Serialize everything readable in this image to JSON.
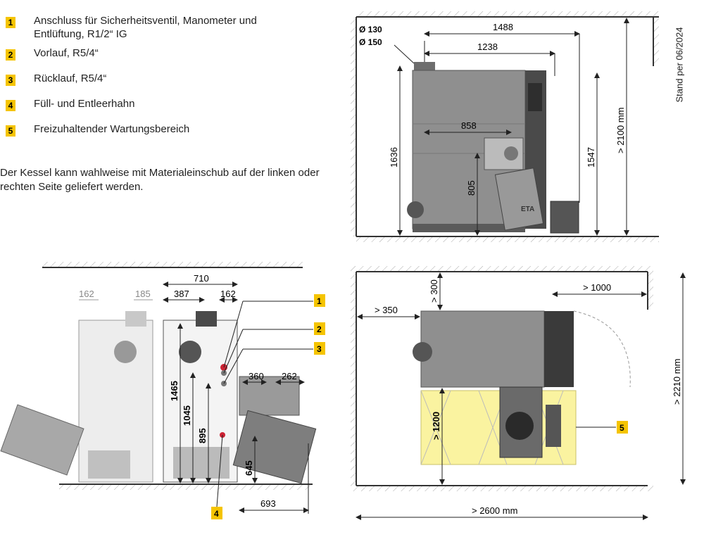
{
  "legend": [
    {
      "num": "1",
      "text": "Anschluss für Sicherheitsventil, Manometer und\nEntlüftung, R1/2“ IG"
    },
    {
      "num": "2",
      "text": "Vorlauf, R5/4“"
    },
    {
      "num": "3",
      "text": "Rücklauf, R5/4“"
    },
    {
      "num": "4",
      "text": "Füll- und Entleerhahn"
    },
    {
      "num": "5",
      "text": "Freizuhaltender Wartungsbereich"
    }
  ],
  "note": "Der Kessel kann wahlweise mit Materialeinschub auf der linken oder rechten Seite geliefert werden.",
  "stand": "Stand per 06/2024",
  "side_view": {
    "d130": "Ø 130",
    "d150": "Ø 150",
    "w1488": "1488",
    "w1238": "1238",
    "w858": "858",
    "h1636": "1636",
    "h805": "805",
    "h1547": "1547",
    "h2100": "> 2100 mm",
    "brand": "ETA"
  },
  "front_view": {
    "w710": "710",
    "w162a": "162",
    "w185": "185",
    "w387": "387",
    "w162b": "162",
    "w360": "360",
    "w262": "262",
    "w693": "693",
    "h1465": "1465",
    "h1045": "1045",
    "h895": "895",
    "h645": "645",
    "badges": [
      "1",
      "2",
      "3",
      "4"
    ]
  },
  "top_view": {
    "d300": "> 300",
    "d1000": "> 1000",
    "d350": "> 350",
    "d1200": "> 1200",
    "d2210": "> 2210 mm",
    "d2600": "> 2600 mm",
    "badge": "5"
  },
  "colors": {
    "badge": "#f5c400",
    "boiler": "#8f8f8f",
    "dark": "#3a3a3a",
    "service_area": "#faf3a0"
  }
}
